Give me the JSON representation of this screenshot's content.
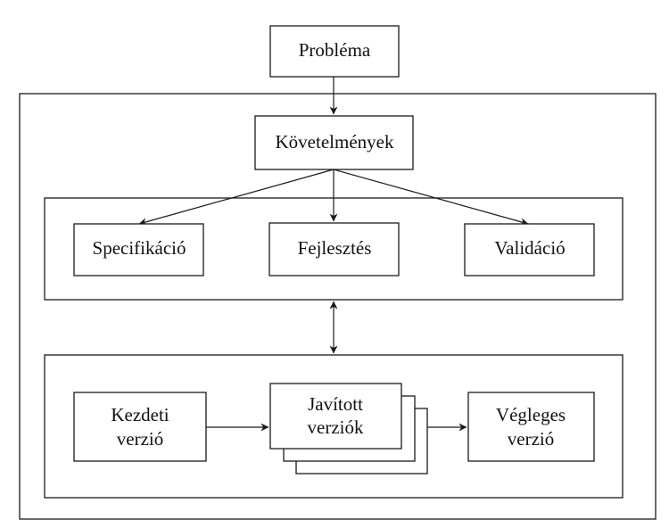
{
  "nodes": {
    "problem": "Probléma",
    "requirements": "Követelmények",
    "specification": "Specifikáció",
    "development": "Fejlesztés",
    "validation": "Validáció",
    "initial_version": [
      "Kezdeti",
      "verzió"
    ],
    "improved_versions": [
      "Javított",
      "verziók"
    ],
    "final_version": [
      "Végleges",
      "verzió"
    ]
  }
}
